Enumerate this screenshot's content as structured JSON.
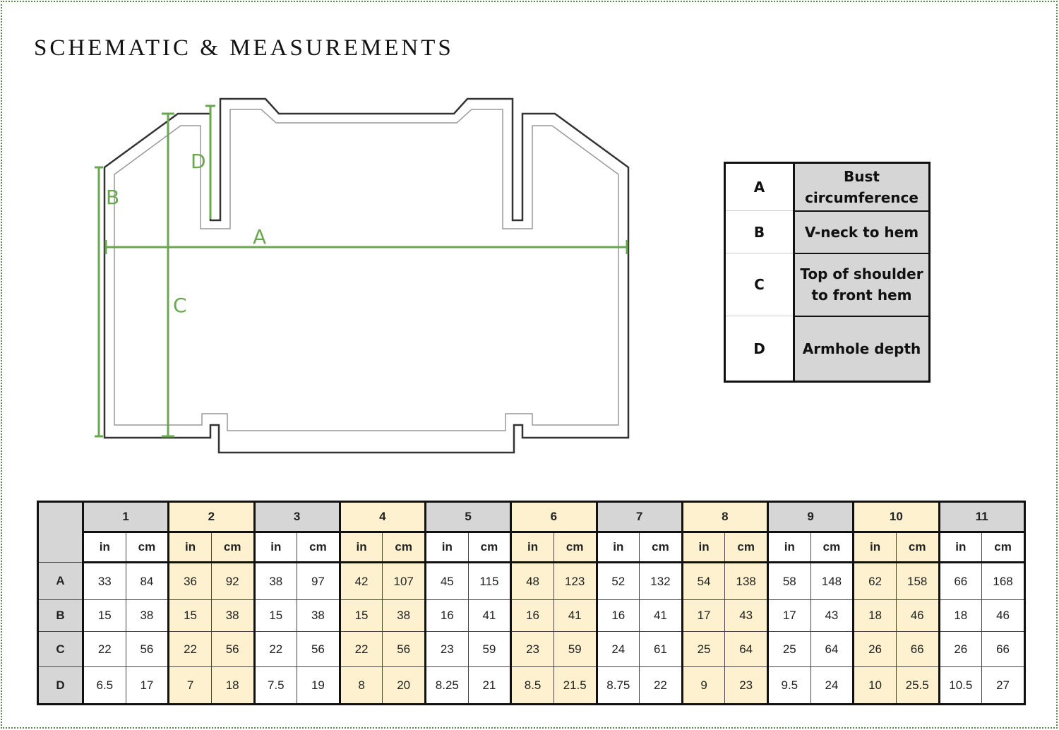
{
  "title": "SCHEMATIC & MEASUREMENTS",
  "schematic_labels": {
    "A": "A",
    "B": "B",
    "C": "C",
    "D": "D"
  },
  "colors": {
    "measure_line": "#6aa84f",
    "header_gray": "#d6d6d6",
    "highlight_yellow": "#fdf1cf"
  },
  "legend": [
    {
      "key": "A",
      "label": "Bust circumference"
    },
    {
      "key": "B",
      "label": "V-neck to hem"
    },
    {
      "key": "C",
      "label": "Top of shoulder to front hem"
    },
    {
      "key": "D",
      "label": "Armhole depth"
    }
  ],
  "table": {
    "sizes": [
      "1",
      "2",
      "3",
      "4",
      "5",
      "6",
      "7",
      "8",
      "9",
      "10",
      "11"
    ],
    "units": [
      "in",
      "cm"
    ],
    "rows": [
      {
        "label": "A",
        "values": [
          "33",
          "84",
          "36",
          "92",
          "38",
          "97",
          "42",
          "107",
          "45",
          "115",
          "48",
          "123",
          "52",
          "132",
          "54",
          "138",
          "58",
          "148",
          "62",
          "158",
          "66",
          "168"
        ]
      },
      {
        "label": "B",
        "values": [
          "15",
          "38",
          "15",
          "38",
          "15",
          "38",
          "15",
          "38",
          "16",
          "41",
          "16",
          "41",
          "16",
          "41",
          "17",
          "43",
          "17",
          "43",
          "18",
          "46",
          "18",
          "46"
        ]
      },
      {
        "label": "C",
        "values": [
          "22",
          "56",
          "22",
          "56",
          "22",
          "56",
          "22",
          "56",
          "23",
          "59",
          "23",
          "59",
          "24",
          "61",
          "25",
          "64",
          "25",
          "64",
          "26",
          "66",
          "26",
          "66"
        ]
      },
      {
        "label": "D",
        "values": [
          "6.5",
          "17",
          "7",
          "18",
          "7.5",
          "19",
          "8",
          "20",
          "8.25",
          "21",
          "8.5",
          "21.5",
          "8.75",
          "22",
          "9",
          "23",
          "9.5",
          "24",
          "10",
          "25.5",
          "10.5",
          "27"
        ]
      }
    ]
  }
}
